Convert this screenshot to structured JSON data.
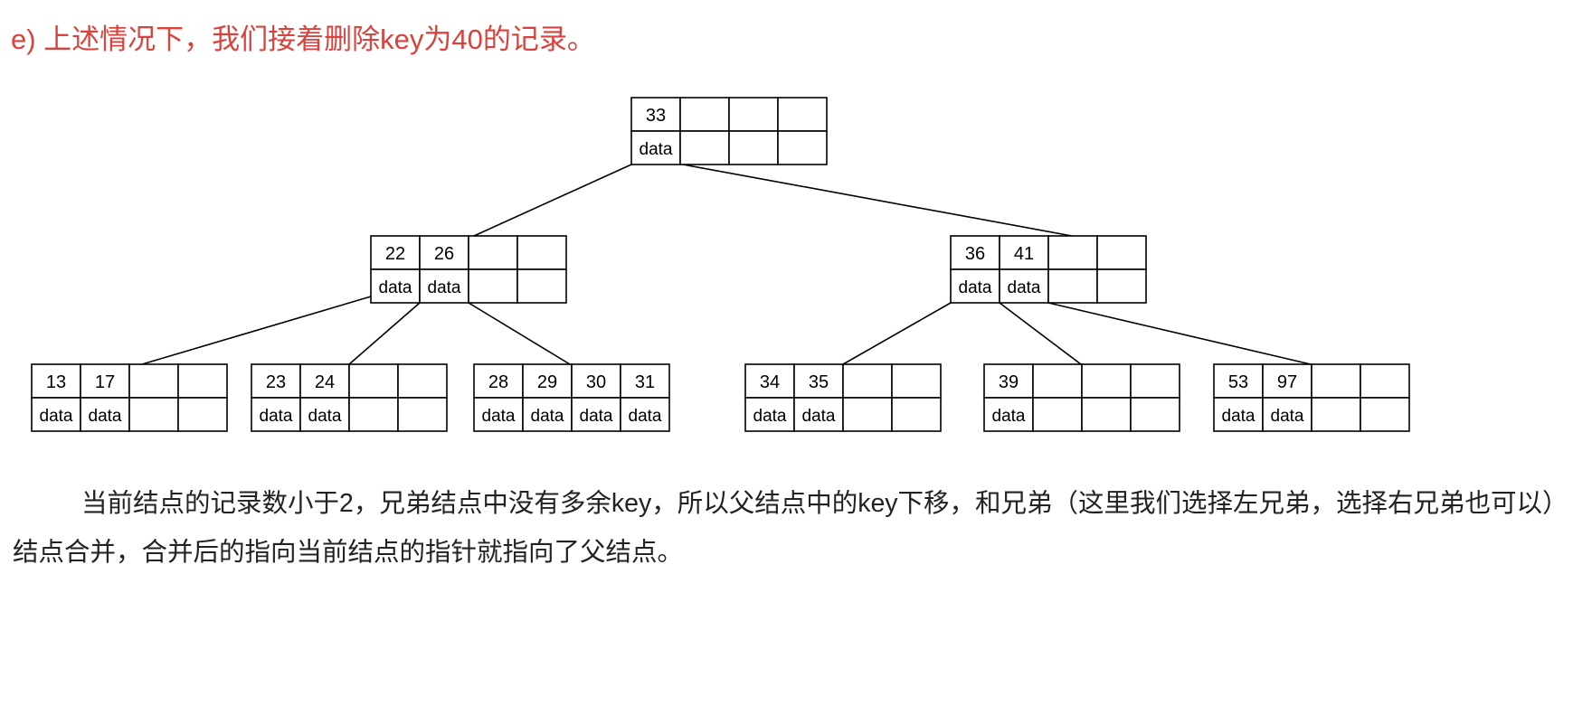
{
  "title": "e) 上述情况下，我们接着删除key为40的记录。",
  "tree": {
    "slot_label": "data",
    "nodes": [
      {
        "id": "root",
        "keys": [
          "33"
        ]
      },
      {
        "id": "left",
        "keys": [
          "22",
          "26"
        ]
      },
      {
        "id": "right",
        "keys": [
          "36",
          "41"
        ]
      },
      {
        "id": "leaf1",
        "keys": [
          "13",
          "17"
        ]
      },
      {
        "id": "leaf2",
        "keys": [
          "23",
          "24"
        ]
      },
      {
        "id": "leaf3",
        "keys": [
          "28",
          "29",
          "30",
          "31"
        ]
      },
      {
        "id": "leaf4",
        "keys": [
          "34",
          "35"
        ]
      },
      {
        "id": "leaf5",
        "keys": [
          "39"
        ]
      },
      {
        "id": "leaf6",
        "keys": [
          "53",
          "97"
        ]
      }
    ],
    "edges": [
      [
        "root",
        "left"
      ],
      [
        "root",
        "right"
      ],
      [
        "left",
        "leaf1"
      ],
      [
        "left",
        "leaf2"
      ],
      [
        "left",
        "leaf3"
      ],
      [
        "right",
        "leaf4"
      ],
      [
        "right",
        "leaf5"
      ],
      [
        "right",
        "leaf6"
      ]
    ]
  },
  "paragraph": "当前结点的记录数小于2，兄弟结点中没有多余key，所以父结点中的key下移，和兄弟（这里我们选择左兄弟，选择右兄弟也可以）结点合并，合并后的指向当前结点的指针就指向了父结点。",
  "colors": {
    "title": "#d9433d",
    "text": "#222222"
  }
}
